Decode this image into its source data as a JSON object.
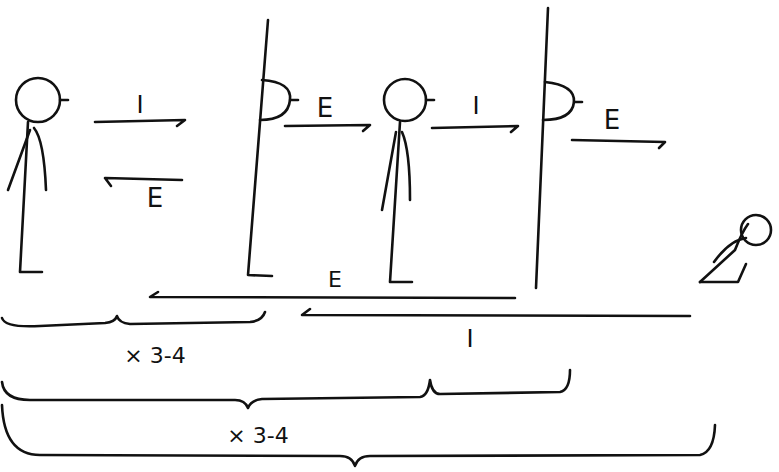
{
  "diagram": {
    "labels": [
      "I",
      "E",
      "E",
      "I",
      "E",
      "E",
      "× 3-4",
      "I",
      "× 3-4"
    ]
  }
}
